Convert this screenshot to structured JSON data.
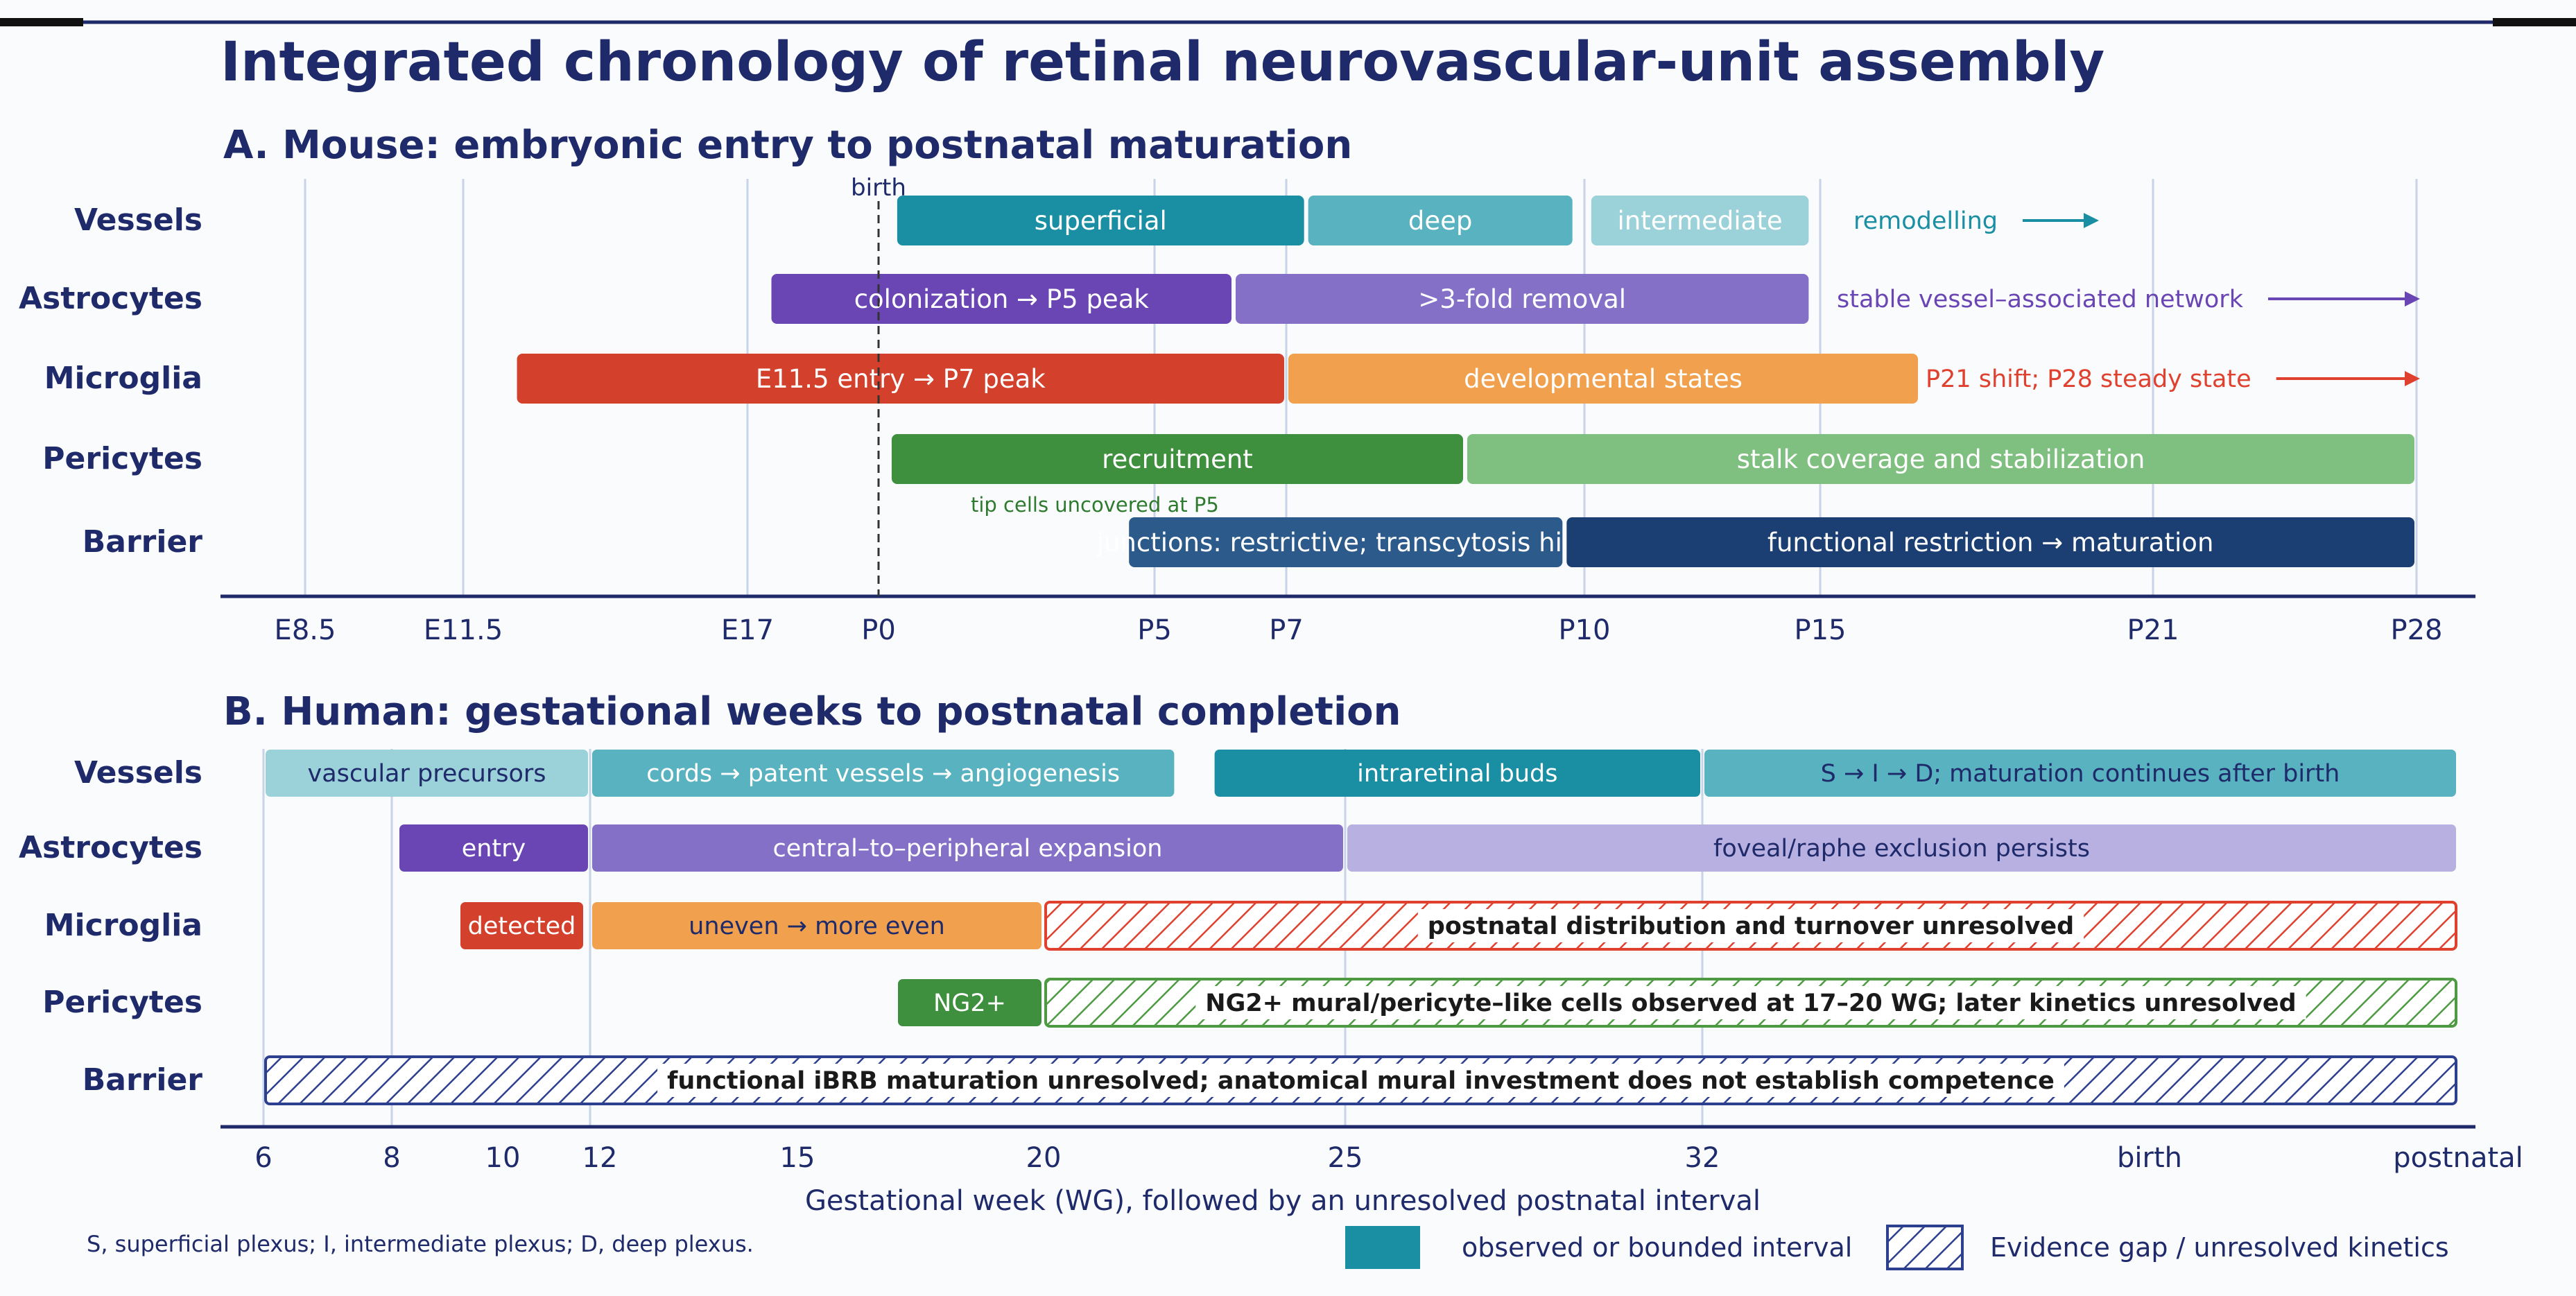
{
  "title": "Integrated chronology of retinal neurovascular-unit assembly",
  "colors": {
    "navy": "#1f2a6b",
    "grid": "#c7d3e6",
    "teal": "#1a8fa3",
    "teal_mid": "#58b2bf",
    "teal_light": "#9bd1d8",
    "purple": "#6a45b4",
    "purple_mid": "#8570c8",
    "purple_light": "#b7b0e0",
    "red": "#d3402b",
    "orange": "#f1a14d",
    "green": "#3e8f3e",
    "green_light": "#7fbf7f",
    "navy_bar": "#1b3f73",
    "steel": "#2c5a8b",
    "hatch_red": "#e0402e",
    "hatch_green": "#4d9a43",
    "hatch_navy": "#2d3f8f"
  },
  "panelA": {
    "title": "A. Mouse: embryonic entry to postnatal maturation",
    "rows": [
      "Vessels",
      "Astrocytes",
      "Microglia",
      "Pericytes",
      "Barrier"
    ],
    "ticks": [
      "E8.5",
      "E11.5",
      "E17",
      "P0",
      "P5",
      "P7",
      "P10",
      "P15",
      "P21",
      "P28"
    ],
    "birth_label": "birth",
    "bars": [
      {
        "row": 0,
        "from": 0.3,
        "to": 7.2,
        "label": "superficial",
        "color": "teal"
      },
      {
        "row": 0,
        "from": 7.2,
        "to": 9.9,
        "label": "deep",
        "color": "teal_mid"
      },
      {
        "row": 0,
        "from": 10.1,
        "to": 14.8,
        "label": "intermediate",
        "color": "teal_light"
      },
      {
        "row": 1,
        "from": -2.5,
        "to": 6.2,
        "label": "colonization → P5 peak",
        "color": "purple"
      },
      {
        "row": 1,
        "from": 6.2,
        "to": 14.8,
        "label": ">3-fold removal",
        "color": "purple_mid"
      },
      {
        "row": 2,
        "from": -7.5,
        "to": 7.0,
        "label": "E11.5 entry → P7 peak",
        "color": "red"
      },
      {
        "row": 2,
        "from": 7.0,
        "to": 16.8,
        "label": "developmental states",
        "color": "orange"
      },
      {
        "row": 3,
        "from": 0.2,
        "to": 8.8,
        "label": "recruitment",
        "color": "green"
      },
      {
        "row": 3,
        "from": 8.8,
        "to": 28.0,
        "label": "stalk coverage and stabilization",
        "color": "green_light"
      },
      {
        "row": 4,
        "from": 4.5,
        "to": 9.8,
        "label": "junctions: restrictive; transcytosis high",
        "color": "steel"
      },
      {
        "row": 4,
        "from": 9.8,
        "to": 28.0,
        "label": "functional restriction → maturation",
        "color": "navy_bar"
      }
    ],
    "arrows": [
      {
        "row": 0,
        "from": 15.6,
        "label": "remodelling",
        "color": "teal"
      },
      {
        "row": 1,
        "from": 15.3,
        "label": "stable vessel–associated network",
        "color": "purple"
      },
      {
        "row": 2,
        "from": 16.9,
        "label": "P21 shift; P28 steady state",
        "color": "hatch_red"
      }
    ],
    "note": "tip cells uncovered at P5"
  },
  "panelB": {
    "title": "B. Human: gestational weeks to postnatal completion",
    "rows": [
      "Vessels",
      "Astrocytes",
      "Microglia",
      "Pericytes",
      "Barrier"
    ],
    "ticks": [
      "6",
      "8",
      "10",
      "12",
      "15",
      "20",
      "25",
      "32",
      "birth",
      "postnatal"
    ],
    "xlabel": "Gestational week (WG), followed by an unresolved postnatal interval",
    "bars": [
      {
        "row": 0,
        "from": 6.0,
        "to": 11.8,
        "label": "vascular precursors",
        "color": "teal_light",
        "dark": true
      },
      {
        "row": 0,
        "from": 11.8,
        "to": 22.2,
        "label": "cords → patent vessels → angiogenesis",
        "color": "teal_mid"
      },
      {
        "row": 0,
        "from": 22.8,
        "to": 32.0,
        "label": "intraretinal buds",
        "color": "teal"
      },
      {
        "row": 0,
        "from": 32.0,
        "to": 40.0,
        "label": "S → I → D; maturation continues after birth",
        "color": "teal_mid",
        "dark": true
      },
      {
        "row": 1,
        "from": 8.1,
        "to": 11.8,
        "label": "entry",
        "color": "purple"
      },
      {
        "row": 1,
        "from": 11.8,
        "to": 25.0,
        "label": "central–to–peripheral expansion",
        "color": "purple_mid"
      },
      {
        "row": 1,
        "from": 25.0,
        "to": 40.0,
        "label": "foveal/raphe exclusion persists",
        "color": "purple_light",
        "dark": true
      },
      {
        "row": 2,
        "from": 9.2,
        "to": 11.7,
        "label": "detected",
        "color": "red"
      },
      {
        "row": 2,
        "from": 11.8,
        "to": 20.0,
        "label": "uneven → more even",
        "color": "orange",
        "dark": true
      },
      {
        "row": 3,
        "from": 17.0,
        "to": 20.0,
        "label": "NG2+",
        "color": "green"
      }
    ],
    "gaps": [
      {
        "row": 2,
        "from": 20.0,
        "to": 40.0,
        "label": "postnatal distribution and turnover unresolved",
        "color": "hatch_red"
      },
      {
        "row": 3,
        "from": 20.0,
        "to": 40.0,
        "label": "NG2+ mural/pericyte–like cells observed at 17–20 WG; later kinetics unresolved",
        "color": "hatch_green"
      },
      {
        "row": 4,
        "from": 6.0,
        "to": 40.0,
        "label": "functional iBRB maturation unresolved; anatomical mural investment does not establish competence",
        "color": "hatch_navy"
      }
    ]
  },
  "footnote": "S, superficial plexus; I, intermediate plexus; D, deep plexus.",
  "legend": {
    "observed": "observed or bounded interval",
    "gap": "Evidence gap / unresolved kinetics"
  }
}
